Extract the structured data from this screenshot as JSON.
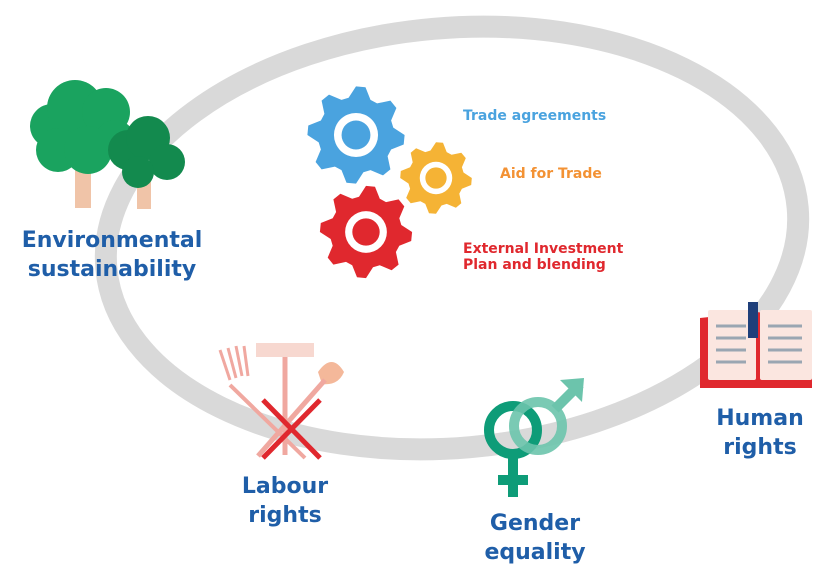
{
  "themes": {
    "environmental": "Environmental sustainability",
    "labour": "Labour rights",
    "gender": "Gender equality",
    "human": "Human rights"
  },
  "instruments": {
    "trade": "Trade agreements",
    "aid": "Aid for Trade",
    "eip_line1": "External Investment",
    "eip_line2": "Plan and blending"
  },
  "colors": {
    "ring": "#d9d9d9",
    "heading_blue": "#1f5ea8",
    "gear_blue": "#4aa3df",
    "gear_orange": "#f5b335",
    "gear_red": "#e0282e",
    "aid_text": "#f39234",
    "gender_female": "#0e9c78",
    "gender_male": "#6cc4ac",
    "tree_green": "#1aa35f",
    "tree_trunk": "#f0c4a8",
    "book_red": "#e0282e"
  },
  "icons": [
    "tree-icon",
    "gear-icon",
    "tools-icon",
    "gender-icon",
    "book-icon"
  ]
}
